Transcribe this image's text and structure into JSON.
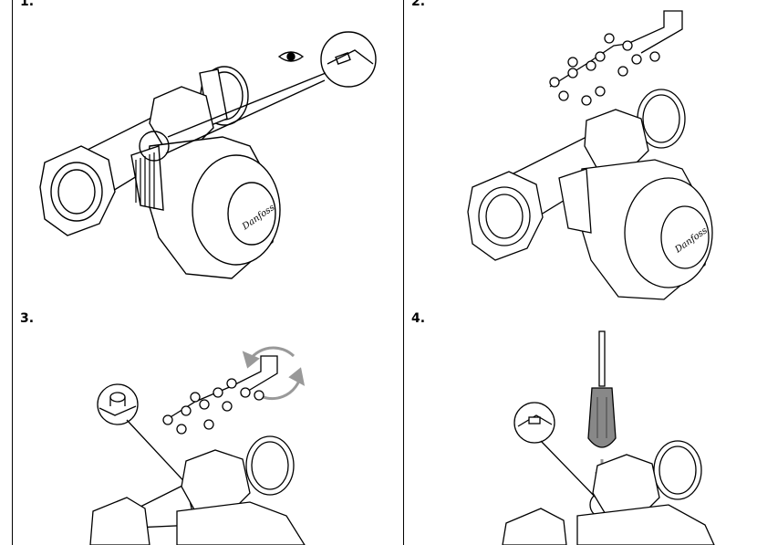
{
  "steps": [
    {
      "label": "1."
    },
    {
      "label": "2."
    },
    {
      "label": "3."
    },
    {
      "label": "4."
    }
  ],
  "logo": "Danfoss",
  "icons": {
    "eye": "eye-icon",
    "rotate": "rotate-arrows-icon",
    "screwdriver": "screwdriver-icon"
  }
}
